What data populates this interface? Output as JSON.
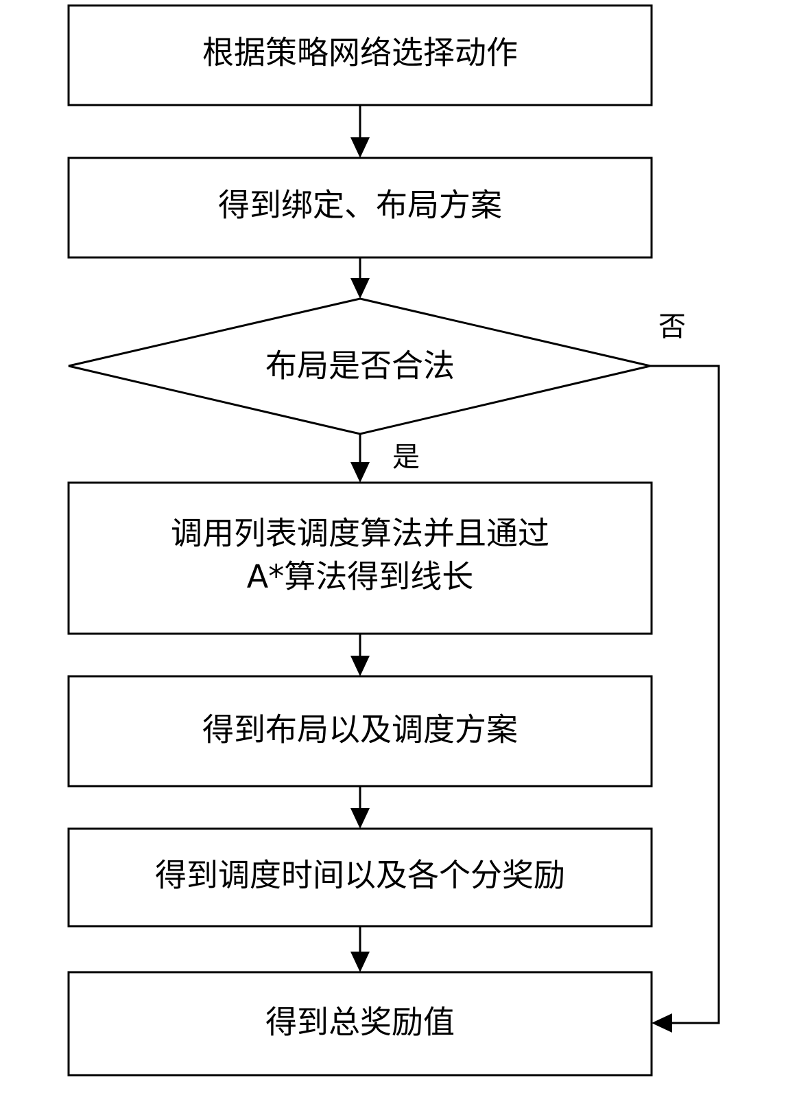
{
  "nodes": {
    "select_action": "根据策略网络选择动作",
    "binding_layout": "得到绑定、布局方案",
    "layout_legal": "布局是否合法",
    "schedule_line1": "调用列表调度算法并且通过",
    "schedule_line2": "A*算法得到线长",
    "layout_schedule_plan": "得到布局以及调度方案",
    "time_rewards": "得到调度时间以及各个分奖励",
    "total_reward": "得到总奖励值"
  },
  "edges": {
    "yes_label": "是",
    "no_label": "否"
  }
}
